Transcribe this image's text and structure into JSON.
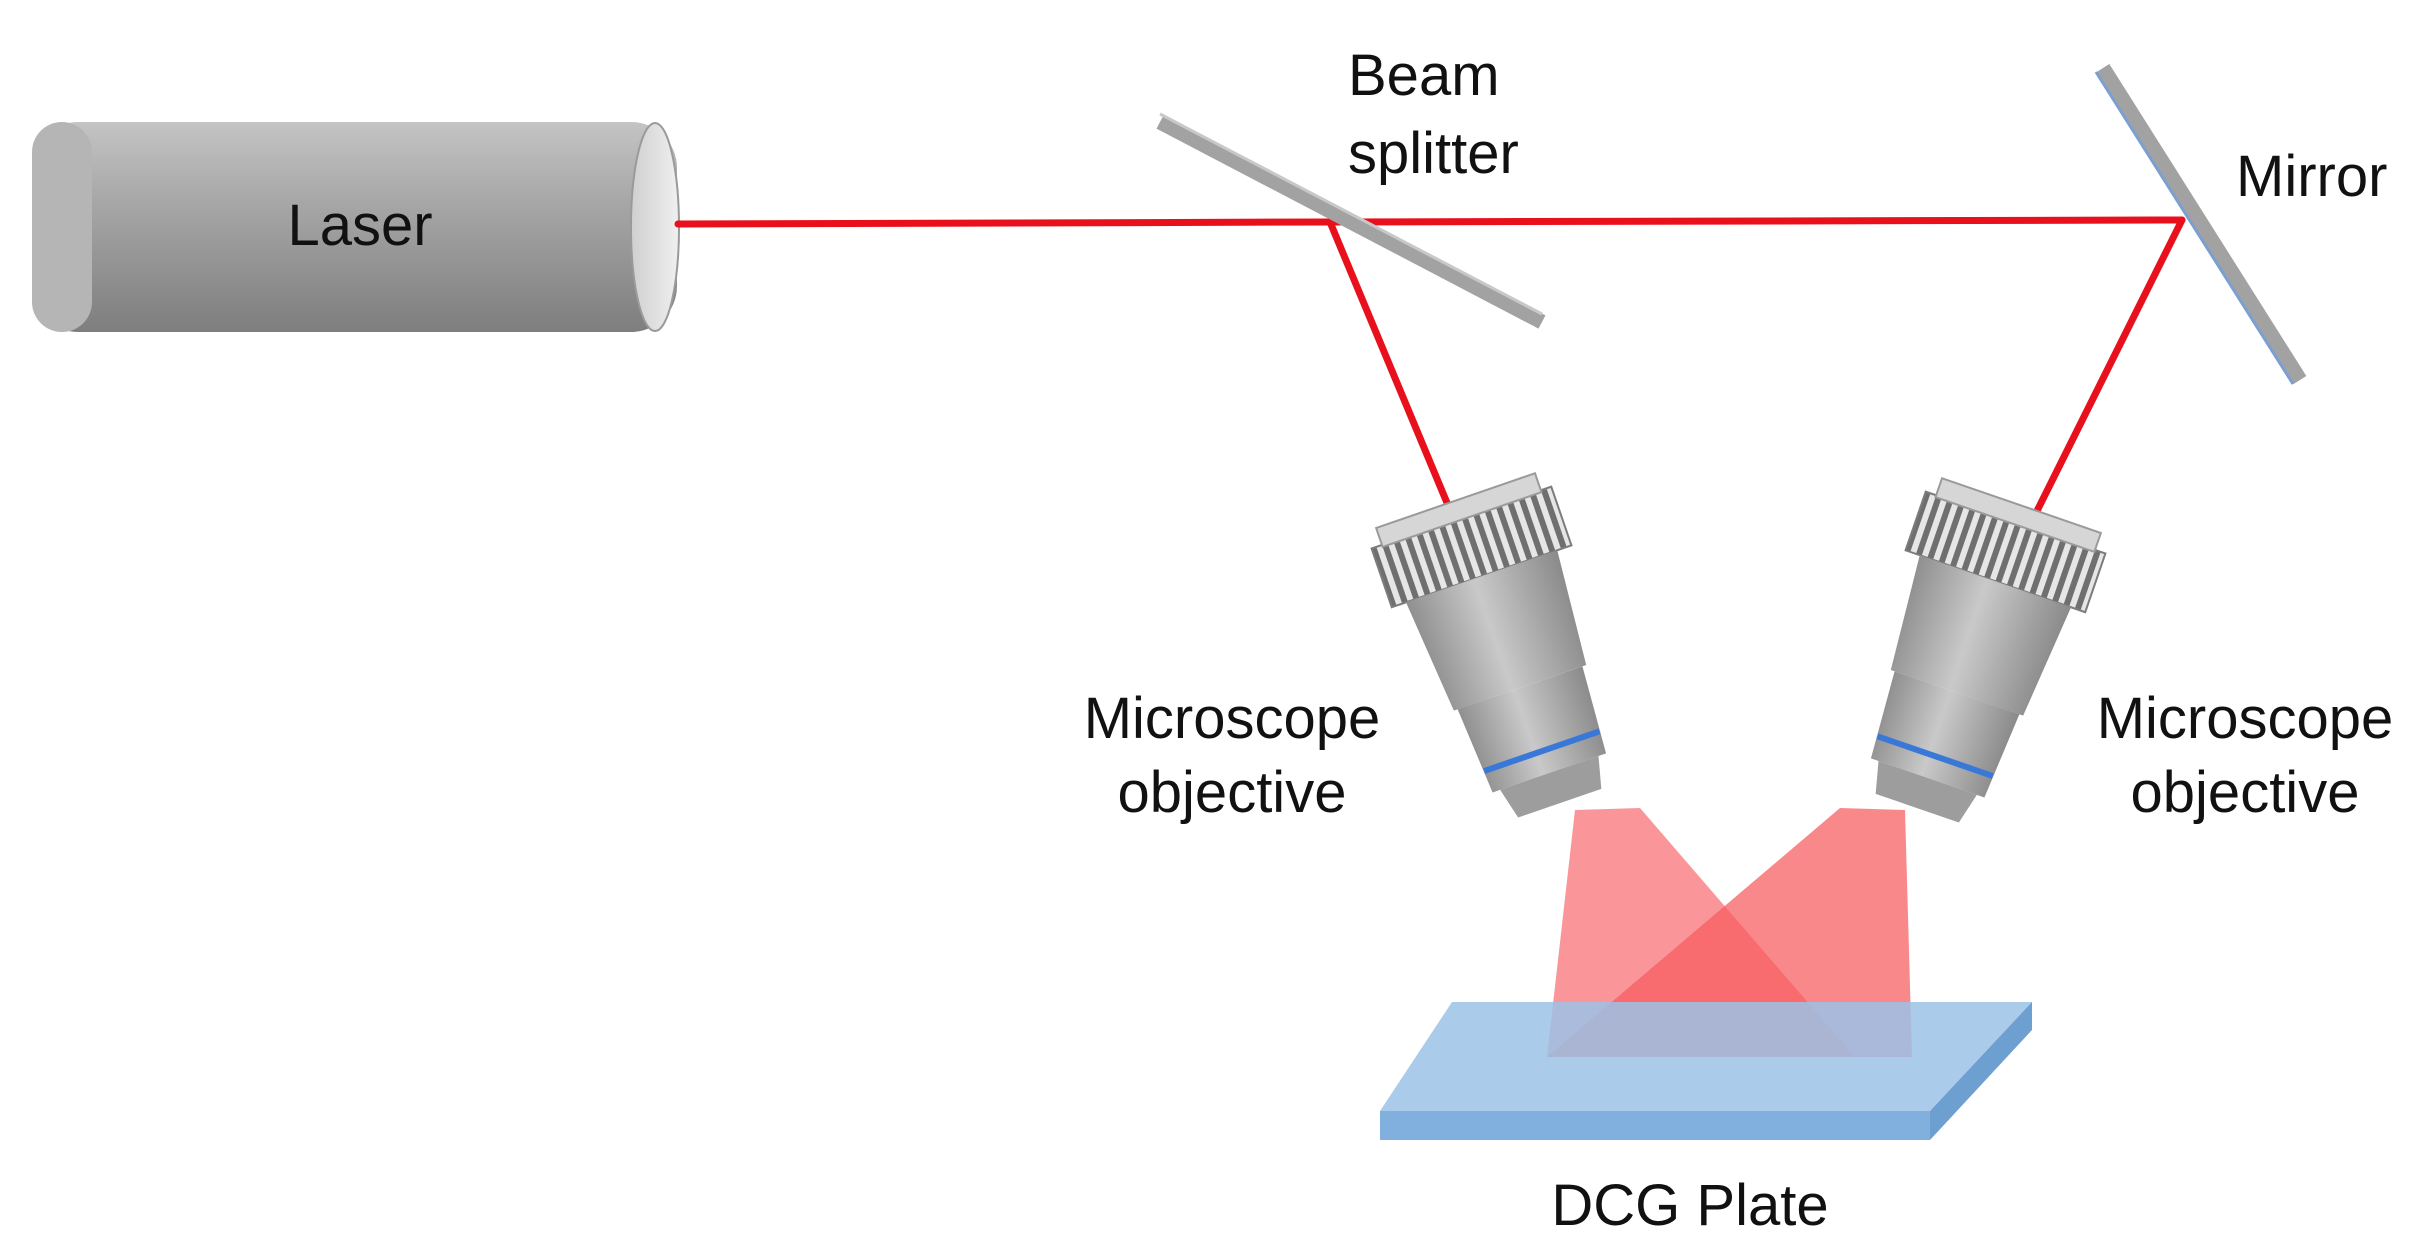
{
  "labels": {
    "laser": "Laser",
    "beam_splitter_line1": "Beam",
    "beam_splitter_line2": "splitter",
    "mirror": "Mirror",
    "objective_left_line1": "Microscope",
    "objective_left_line2": "objective",
    "objective_right_line1": "Microscope",
    "objective_right_line2": "objective",
    "plate": "DCG Plate"
  },
  "colors": {
    "beam": "#e8101c",
    "cone": "#f65a5e",
    "overlap": "#e83a44",
    "optic_gray": "#b8b8b8",
    "laser_body": "#a8a8a8",
    "plate": "#9cc2e6",
    "lens_ring": "#3a78d8"
  }
}
